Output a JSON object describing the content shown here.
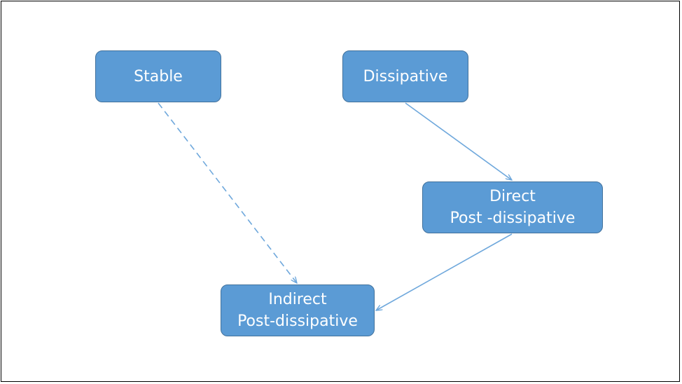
{
  "diagram": {
    "nodes": [
      {
        "id": "stable",
        "lines": [
          "Stable"
        ]
      },
      {
        "id": "dissipative",
        "lines": [
          "Dissipative"
        ]
      },
      {
        "id": "direct",
        "lines": [
          "Direct",
          "Post -dissipative"
        ]
      },
      {
        "id": "indirect",
        "lines": [
          "Indirect",
          "Post-dissipative"
        ]
      }
    ],
    "edges": [
      {
        "from": "stable",
        "to": "indirect",
        "style": "dashed"
      },
      {
        "from": "dissipative",
        "to": "direct",
        "style": "solid"
      },
      {
        "from": "direct",
        "to": "indirect",
        "style": "solid"
      }
    ],
    "colors": {
      "node_fill": "#5b9bd5",
      "node_border": "#41719c",
      "node_text": "#ffffff",
      "connector": "#6fa8dc"
    }
  }
}
